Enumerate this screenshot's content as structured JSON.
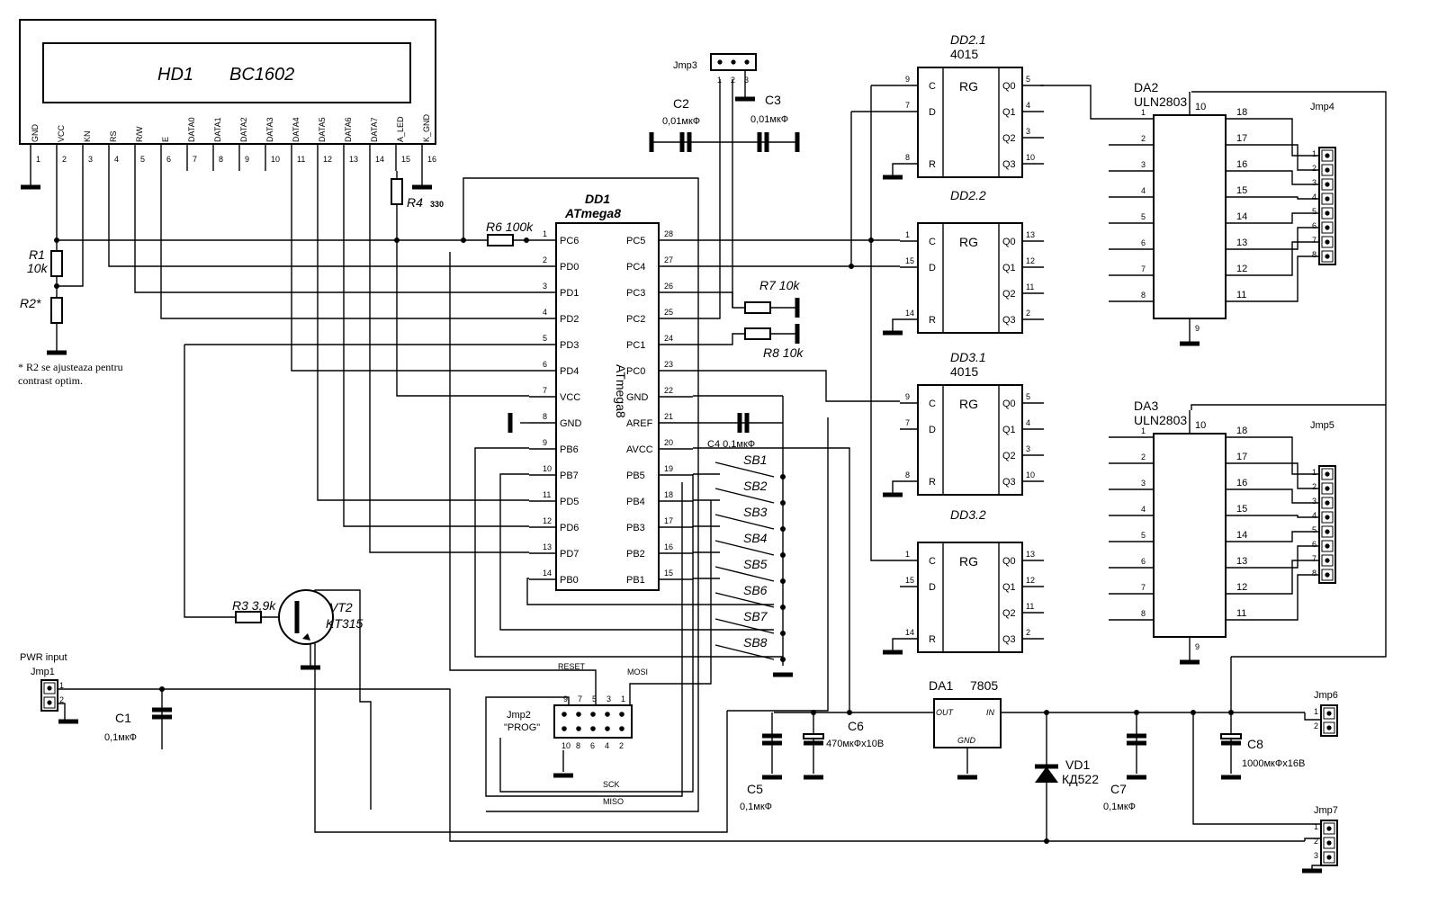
{
  "lcd": {
    "name": "HD1",
    "model": "BC1602",
    "pins": [
      "GND",
      "VCC",
      "KN",
      "RS",
      "R/W",
      "E",
      "DATA0",
      "DATA1",
      "DATA2",
      "DATA3",
      "DATA4",
      "DATA5",
      "DATA6",
      "DATA7",
      "A_LED",
      "K_GND"
    ],
    "nums": [
      "1",
      "2",
      "3",
      "4",
      "5",
      "6",
      "7",
      "8",
      "9",
      "10",
      "11",
      "12",
      "13",
      "14",
      "15",
      "16"
    ]
  },
  "mcu": {
    "ref": "DD1",
    "model": "ATmega8",
    "body": "ATmega8",
    "left": [
      [
        "1",
        "PC6"
      ],
      [
        "2",
        "PD0"
      ],
      [
        "3",
        "PD1"
      ],
      [
        "4",
        "PD2"
      ],
      [
        "5",
        "PD3"
      ],
      [
        "6",
        "PD4"
      ],
      [
        "7",
        "VCC"
      ],
      [
        "8",
        "GND"
      ],
      [
        "9",
        "PB6"
      ],
      [
        "10",
        "PB7"
      ],
      [
        "11",
        "PD5"
      ],
      [
        "12",
        "PD6"
      ],
      [
        "13",
        "PD7"
      ],
      [
        "14",
        "PB0"
      ]
    ],
    "right": [
      [
        "28",
        "PC5"
      ],
      [
        "27",
        "PC4"
      ],
      [
        "26",
        "PC3"
      ],
      [
        "25",
        "PC2"
      ],
      [
        "24",
        "PC1"
      ],
      [
        "23",
        "PC0"
      ],
      [
        "22",
        "GND"
      ],
      [
        "21",
        "AREF"
      ],
      [
        "20",
        "AVCC"
      ],
      [
        "19",
        "PB5"
      ],
      [
        "18",
        "PB4"
      ],
      [
        "17",
        "PB3"
      ],
      [
        "16",
        "PB2"
      ],
      [
        "15",
        "PB1"
      ]
    ]
  },
  "rg": [
    {
      "ref": "DD2.1",
      "model": "4015",
      "pins": {
        "c": "9",
        "d": "7",
        "r": "8",
        "q0": "5",
        "q1": "4",
        "q2": "3",
        "q3": "10"
      }
    },
    {
      "ref": "DD2.2",
      "model": "",
      "pins": {
        "c": "1",
        "d": "15",
        "r": "14",
        "q0": "13",
        "q1": "12",
        "q2": "11",
        "q3": "2"
      }
    },
    {
      "ref": "DD3.1",
      "model": "4015",
      "pins": {
        "c": "9",
        "d": "7",
        "r": "8",
        "q0": "5",
        "q1": "4",
        "q2": "3",
        "q3": "10"
      }
    },
    {
      "ref": "DD3.2",
      "model": "",
      "pins": {
        "c": "1",
        "d": "15",
        "r": "14",
        "q0": "13",
        "q1": "12",
        "q2": "11",
        "q3": "2"
      }
    }
  ],
  "rg_labels": {
    "c": "C",
    "d": "D",
    "r": "R",
    "rg": "RG",
    "q0": "Q0",
    "q1": "Q1",
    "q2": "Q2",
    "q3": "Q3"
  },
  "uln": [
    {
      "ref": "DA2",
      "model": "ULN2803",
      "jmp": "Jmp4"
    },
    {
      "ref": "DA3",
      "model": "ULN2803",
      "jmp": "Jmp5"
    }
  ],
  "uln_pins": {
    "in": [
      "1",
      "2",
      "3",
      "4",
      "5",
      "6",
      "7",
      "8"
    ],
    "out": [
      "18",
      "17",
      "16",
      "15",
      "14",
      "13",
      "12",
      "11"
    ],
    "com": "10",
    "gnd": "9"
  },
  "jmp_pins": [
    "1",
    "2",
    "3",
    "4",
    "5",
    "6",
    "7",
    "8"
  ],
  "resistors": {
    "r1": "R1",
    "r1v": "10k",
    "r2": "R2*",
    "r3": "R3 3,9k",
    "r4": "R4",
    "r4v": "330",
    "r6": "R6 100k",
    "r7": "R7  10k",
    "r8": "R8 10k"
  },
  "note": [
    "* R2 se ajusteaza pentru",
    "contrast optim."
  ],
  "transistor": {
    "ref": "VT2",
    "model": "KT315"
  },
  "caps": {
    "c1": "C1",
    "c1v": "0,1мкФ",
    "c2": "C2",
    "c2v": "0,01мкФ",
    "c3": "C3",
    "c3v": "0,01мкФ",
    "c4": "C4  0,1мкФ",
    "c5": "C5",
    "c5v": "0,1мкФ",
    "c6": "C6",
    "c6v": "470мкФх10В",
    "c7": "C7",
    "c7v": "0,1мкФ",
    "c8": "C8",
    "c8v": "1000мкФх16В"
  },
  "jmp3": {
    "name": "Jmp3",
    "pins": [
      "1",
      "2",
      "3"
    ]
  },
  "jmp1": {
    "title": "PWR input",
    "name": "Jmp1",
    "pins": [
      "1",
      "2"
    ]
  },
  "jmp6": {
    "name": "Jmp6",
    "pins": [
      "1",
      "2"
    ]
  },
  "jmp7": {
    "name": "Jmp7",
    "pins": [
      "1",
      "2",
      "3"
    ]
  },
  "jmp2": {
    "name": "Jmp2",
    "label": "\"PROG\"",
    "top": [
      "9",
      "7",
      "5",
      "3",
      "1"
    ],
    "bottom": [
      "10",
      "8",
      "6",
      "4",
      "2"
    ],
    "reset": "RESET",
    "mosi": "MOSI",
    "sck": "SCK",
    "miso": "MISO"
  },
  "buttons": [
    "SB1",
    "SB2",
    "SB3",
    "SB4",
    "SB5",
    "SB6",
    "SB7",
    "SB8"
  ],
  "reg": {
    "ref": "DA1",
    "model": "7805",
    "out": "OUT",
    "in": "IN",
    "gnd": "GND"
  },
  "diode": {
    "ref": "VD1",
    "model": "КД522"
  }
}
